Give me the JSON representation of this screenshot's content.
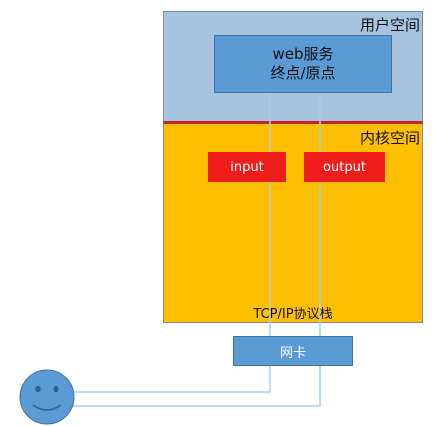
{
  "labels": {
    "user_space": "用户空间",
    "kernel_space": "内核空间",
    "web_service_line1": "web服务",
    "web_service_line2": "终点/原点",
    "input": "input",
    "output": "output",
    "tcpip_stack": "TCP/IP协议栈",
    "nic": "网卡"
  },
  "colors": {
    "user_space_bg": "#a6c3e0",
    "kernel_space_bg": "#fdbf00",
    "kernel_divider": "#c0262b",
    "web_box": "#5b9bd5",
    "io_box": "#ef1c1c",
    "nic_box": "#5b9bd5",
    "connection_line": "#a9cde8",
    "user_face": "#5b9bd5"
  },
  "icons": {
    "user": "smiley-face-icon"
  }
}
